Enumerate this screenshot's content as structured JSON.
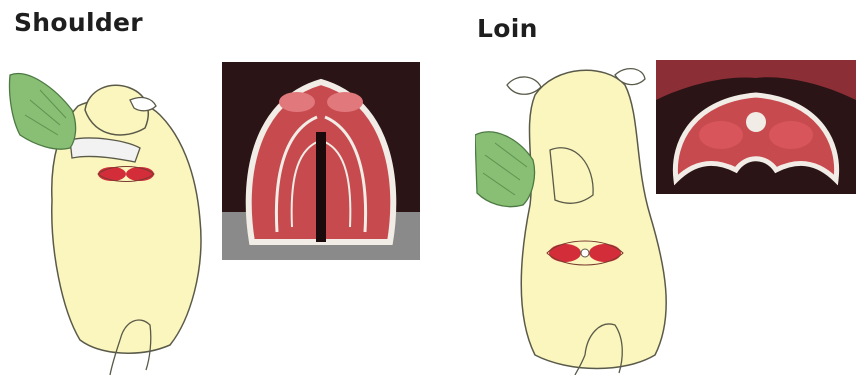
{
  "panels": [
    {
      "heading": "Shoulder"
    },
    {
      "heading": "Loin"
    }
  ],
  "colors": {
    "fleece": "#fbf6bd",
    "outline": "#5a5a4a",
    "hand": "#88bf74",
    "cuff": "#f2f2f2",
    "muscle": "#d32d3a",
    "meat_bg": "#2a1416",
    "fat": "#f1ece6"
  },
  "icons": {
    "sheep_rear": "sheep-rear-illustration",
    "hand": "gloved-hand-icon",
    "photo": "meat-cross-section-photo"
  }
}
